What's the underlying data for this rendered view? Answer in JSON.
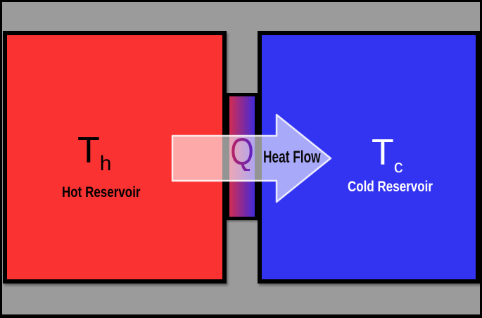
{
  "diagram": {
    "hot_reservoir": {
      "symbol": "T",
      "subscript": "h",
      "label": "Hot Reservoir",
      "fill_color": "#fa3232",
      "text_color": "#000000"
    },
    "cold_reservoir": {
      "symbol": "T",
      "subscript": "c",
      "label": "Cold Reservoir",
      "fill_color": "#3333f2",
      "text_color": "#ffffff"
    },
    "heat_flow": {
      "q_symbol": "Q",
      "arrow_label": "Heat Flow",
      "arrow_color": "#ffffff",
      "arrow_opacity": "0.58",
      "q_gradient_start": "#c02358",
      "q_gradient_end": "#5523cd"
    },
    "conduction_bar": {
      "gradient_start": "#d22d52",
      "gradient_end": "#4229d8"
    },
    "canvas": {
      "background_color": "#9b9b9b",
      "border_color": "#000000"
    }
  }
}
